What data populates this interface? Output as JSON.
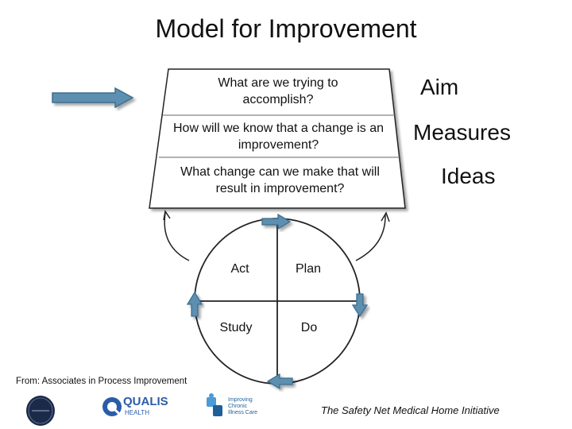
{
  "title": "Model for Improvement",
  "questions": [
    {
      "text": "What are we trying to accomplish?",
      "label": "Aim"
    },
    {
      "text": "How will we know that a change is an improvement?",
      "label": "Measures"
    },
    {
      "text": "What change can we make that will result in improvement?",
      "label": "Ideas"
    }
  ],
  "cycle": {
    "top_left": "Act",
    "top_right": "Plan",
    "bottom_left": "Study",
    "bottom_right": "Do"
  },
  "credit": "From: Associates in Process Improvement",
  "initiative": "The Safety Net Medical Home Initiative",
  "logos": [
    "commonwealth-fund-seal",
    "qualis-health-logo",
    "improving-chronic-illness-care-logo"
  ],
  "colors": {
    "arrow_fill": "#5b8fb0",
    "arrow_border": "#3c6e8e",
    "seal_bg": "#1c2a4a",
    "qualis_blue": "#2b5ca8"
  }
}
